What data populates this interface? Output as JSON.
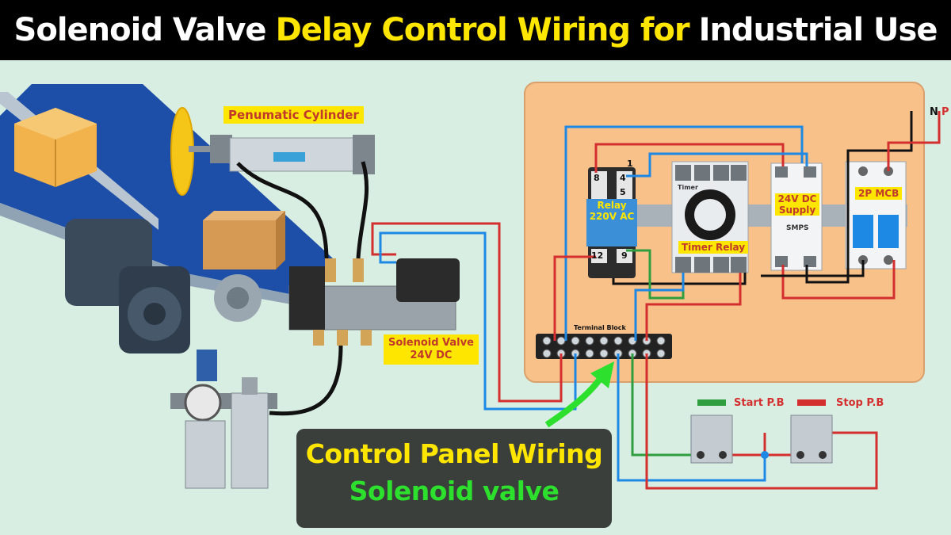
{
  "title": {
    "part1": "Solenoid Valve",
    "part2": "Delay Control Wiring for",
    "part3": "Industrial Use"
  },
  "labels": {
    "cylinder": "Penumatic Cylinder",
    "solenoid_line1": "Solenoid Valve",
    "solenoid_line2": "24V DC",
    "relay_line1": "Relay",
    "relay_line2": "220V AC",
    "timer": "Timer Relay",
    "timer_small": "Timer",
    "psu_line1": "24V DC",
    "psu_line2": "Supply",
    "psu_small": "SMPS",
    "mcb": "2P MCB",
    "terminal_block": "Terminal Block",
    "start_pb": "Start P.B",
    "stop_pb": "Stop P.B",
    "n": "N",
    "p": "P",
    "relay_pins": [
      "8",
      "4",
      "1",
      "5",
      "12",
      "9"
    ]
  },
  "callout": {
    "line1": "Control Panel Wiring",
    "line2": "Solenoid valve"
  },
  "colors": {
    "panel": "#f8c18a",
    "wire_red": "#d32f2f",
    "wire_blue": "#1e88e5",
    "wire_black": "#111111",
    "wire_green": "#2e9e3f",
    "accent_yellow": "#ffe600",
    "arrow_green": "#2ee02e"
  }
}
